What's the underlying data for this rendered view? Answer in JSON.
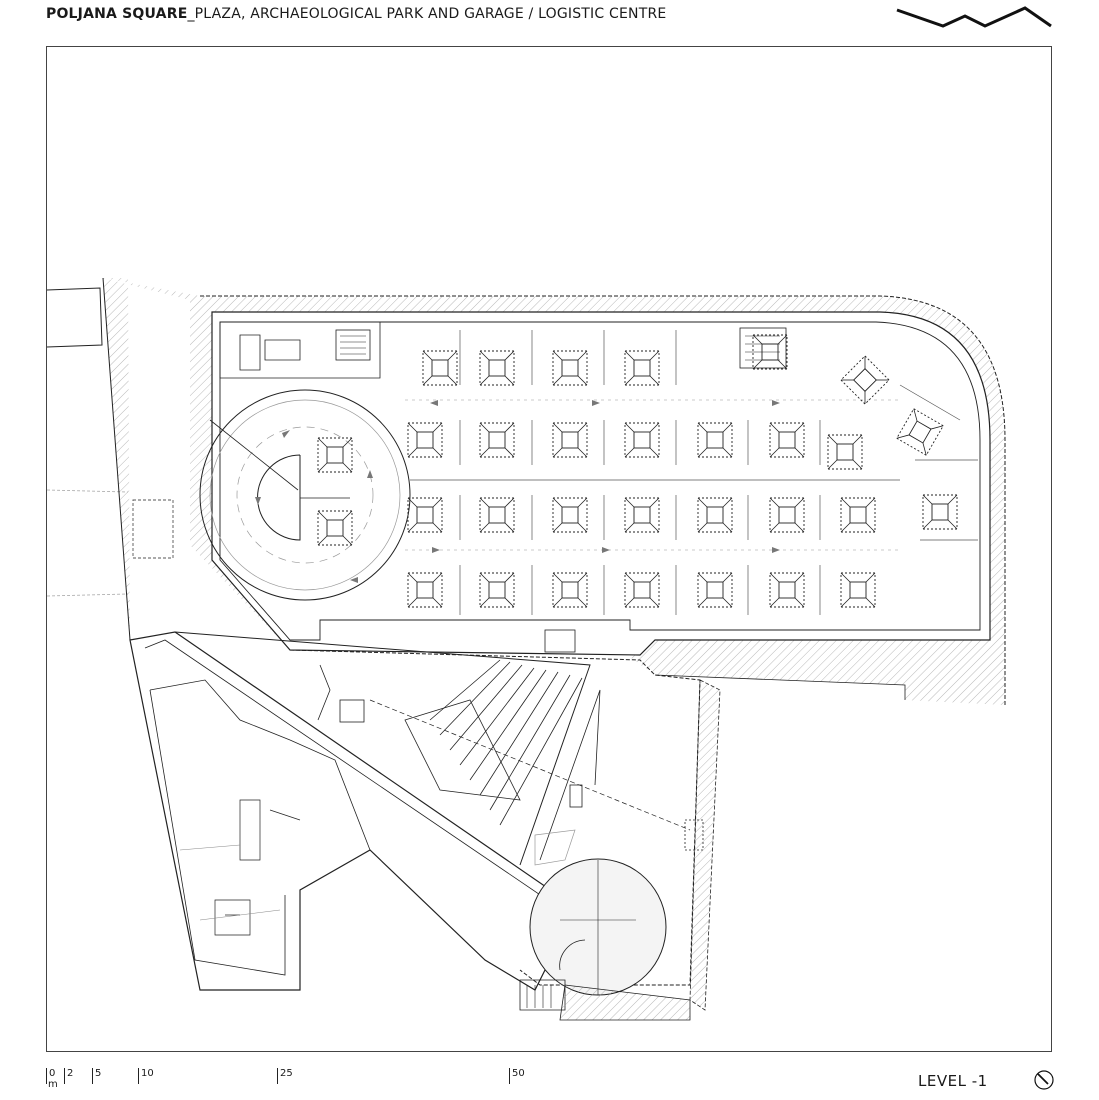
{
  "header": {
    "title_bold": "POLJANA SQUARE",
    "title_rest": "_PLAZA, ARCHAEOLOGICAL PARK AND GARAGE / LOGISTIC CENTRE"
  },
  "scale_bar": {
    "unit": "m",
    "ticks": [
      "0",
      "2",
      "5",
      "10",
      "25",
      "50"
    ]
  },
  "level_label": "LEVEL -1",
  "icons": {
    "logo": "zigzag-logo-icon",
    "north": "north-arrow-icon"
  },
  "colors": {
    "line": "#222222",
    "hatch": "#9a9a9a",
    "background": "#ffffff"
  }
}
